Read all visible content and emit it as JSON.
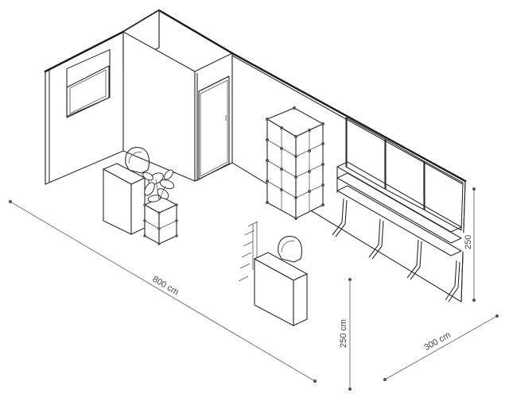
{
  "dimensions": {
    "length": "800 cm",
    "height": "250 cm",
    "depth": "300 cm",
    "right_height": "250"
  }
}
